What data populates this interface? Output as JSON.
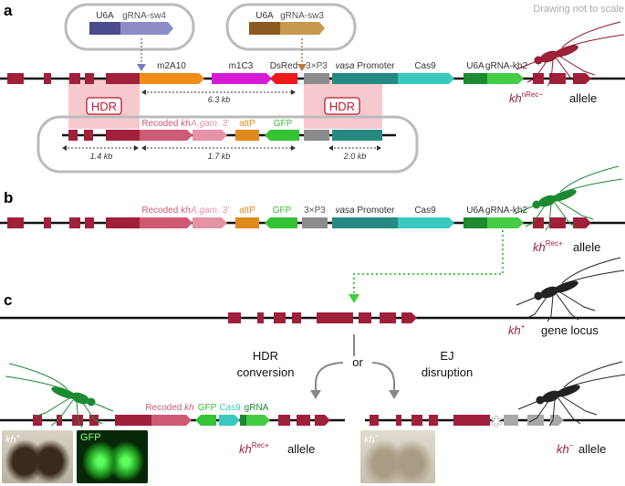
{
  "panels": {
    "a": "a",
    "b": "b",
    "c": "c"
  },
  "note": "Drawing not to scale",
  "plasmid_left": {
    "promoter": "U6A",
    "guide": "gRNA-sw4"
  },
  "plasmid_right": {
    "promoter": "U6A",
    "guide": "gRNA-sw3"
  },
  "row_a": {
    "m2a10": "m2A10",
    "m1c3": "m1C3",
    "dsred": "DsRed",
    "p3": "3×P3",
    "vasa": "vasa",
    "promoter": "Promoter",
    "cas9": "Cas9",
    "u6a": "U6A",
    "grna_kh2": "gRNA-kh2",
    "dist_63": "6.3 kb",
    "allele_base": "kh",
    "allele_sup": "nRec−",
    "allele_word": "allele"
  },
  "hdr": {
    "left": "HDR",
    "right": "HDR"
  },
  "donor": {
    "recoded": "Recoded",
    "recoded_kh": "kh",
    "agam": "A.gam. 3′",
    "attp": "attP",
    "gfp": "GFP",
    "dist_14": "1.4 kb",
    "dist_17": "1.7 kb",
    "dist_20": "2.0 kb"
  },
  "row_b": {
    "recoded": "Recoded",
    "recoded_kh": "kh",
    "agam": "A.gam. 3′",
    "attp": "attP",
    "gfp": "GFP",
    "p3": "3×P3",
    "vasa": "vasa",
    "promoter": "Promoter",
    "cas9": "Cas9",
    "u6a": "U6A",
    "grna_kh2": "gRNA-kh2",
    "allele_base": "kh",
    "allele_sup": "Rec+",
    "allele_word": "allele"
  },
  "row_c": {
    "allele_base": "kh",
    "allele_sup": "+",
    "allele_word": "gene locus",
    "hdr_conv_1": "HDR",
    "hdr_conv_2": "conversion",
    "or": "or",
    "ej_1": "EJ",
    "ej_2": "disruption"
  },
  "row_d_left": {
    "recoded": "Recoded",
    "recoded_kh": "kh",
    "gfp": "GFP",
    "cas9": "Cas9",
    "grna": "gRNA",
    "allele_base": "kh",
    "allele_sup": "Rec+",
    "allele_word": "allele",
    "photo1_base": "kh",
    "photo1_sup": "+",
    "photo2": "GFP"
  },
  "row_d_right": {
    "allele_base": "kh",
    "allele_sup": "−",
    "allele_word": "allele",
    "photo_base": "kh",
    "photo_sup": "−"
  },
  "colors": {
    "exon": "#a0203a",
    "recoded": "#cf5a74",
    "agam": "#e693a8",
    "attp": "#e08a1e",
    "m2a10": "#f08c18",
    "m1c3": "#d61ad6",
    "dsred": "#f01818",
    "gfp": "#35c235",
    "p3": "#8c8c8c",
    "vasa": "#268a82",
    "cas9": "#3ac9be",
    "u6a_dark": "#1c8a30",
    "grna": "#44cc44",
    "hdr_box": "#f6c9cf",
    "sw4_u6": "#4a4c8c",
    "sw4_grna": "#8c8cc8",
    "sw3_u6": "#8c5a1e",
    "sw3_grna": "#c89850"
  }
}
